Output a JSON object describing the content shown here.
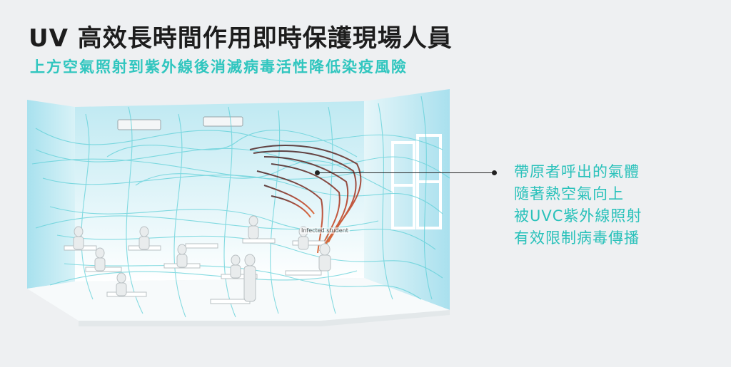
{
  "header": {
    "title": "UV 高效長時間作用即時保護現場人員",
    "subtitle": "上方空氣照射到紫外線後消滅病毒活性降低染疫風險"
  },
  "scene": {
    "infected_label": "Infected student"
  },
  "caption": {
    "lines": [
      "帶原者呼出的氣體",
      "隨著熱空氣向上",
      "被UVC紫外線照射",
      "有效限制病毒傳播"
    ]
  },
  "colors": {
    "accent": "#30c6bf",
    "airflow": "#5fd0d8",
    "virus_plume": "#a32a1a"
  }
}
